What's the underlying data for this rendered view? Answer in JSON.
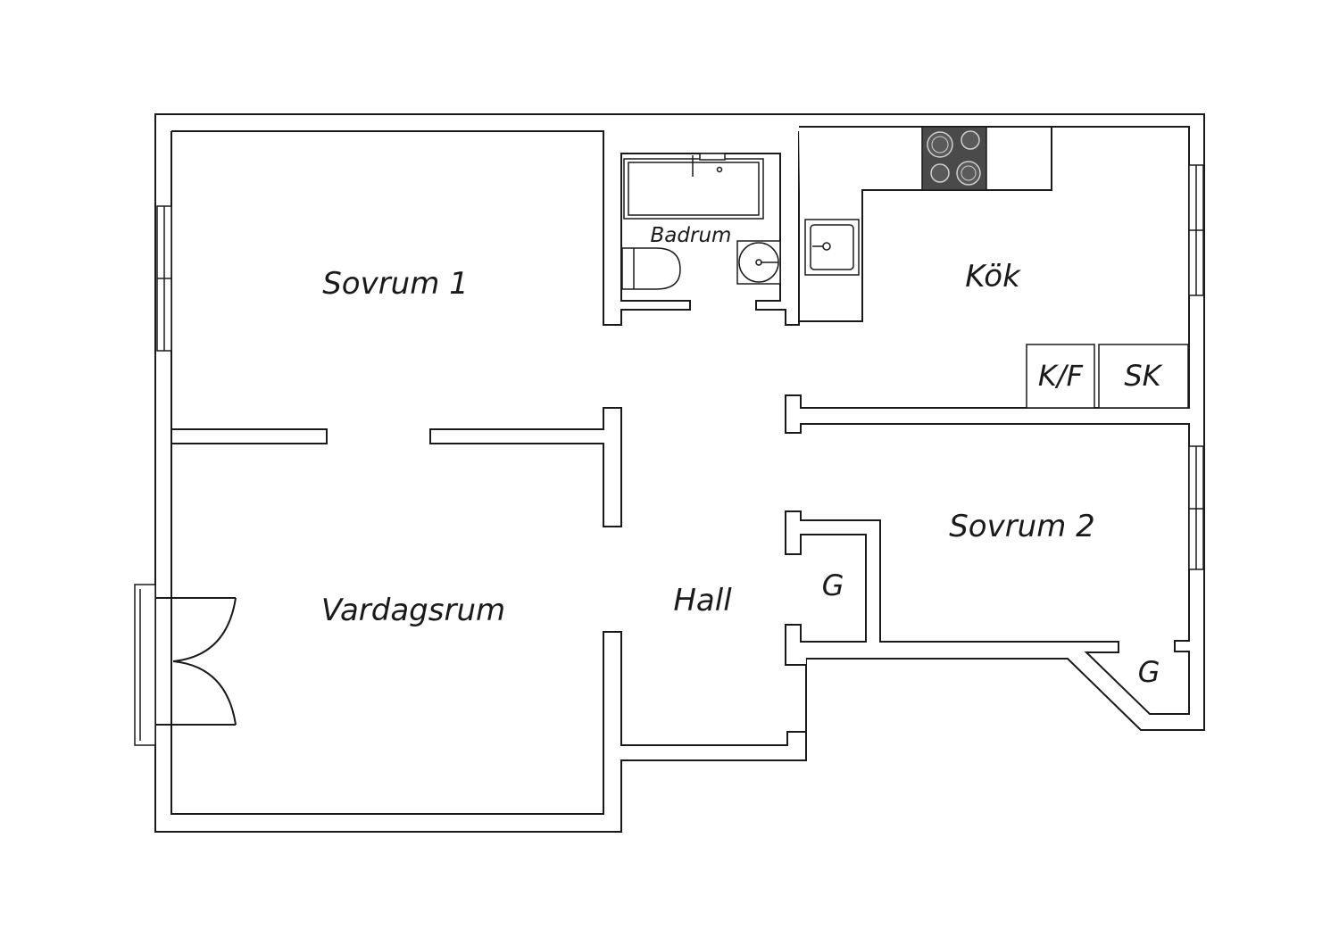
{
  "rooms": {
    "sovrum1": "Sovrum 1",
    "badrum": "Badrum",
    "kok": "Kök",
    "kf": "K/F",
    "sk": "SK",
    "vardagsrum": "Vardagsrum",
    "hall": "Hall",
    "sovrum2": "Sovrum 2",
    "garderob1": "G",
    "garderob2": "G"
  },
  "colors": {
    "line": "#1a1a1a",
    "background": "#ffffff",
    "stove": "#4a4a4a"
  }
}
